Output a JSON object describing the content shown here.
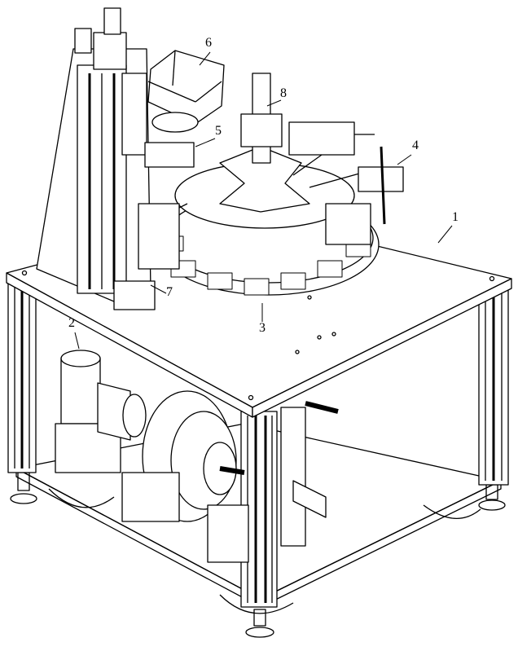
{
  "figure": {
    "type": "patent-drawing",
    "labels": [
      {
        "id": "1",
        "text": "1"
      },
      {
        "id": "2",
        "text": "2"
      },
      {
        "id": "3",
        "text": "3"
      },
      {
        "id": "4",
        "text": "4"
      },
      {
        "id": "5",
        "text": "5"
      },
      {
        "id": "6",
        "text": "6"
      },
      {
        "id": "7",
        "text": "7"
      },
      {
        "id": "8",
        "text": "8"
      }
    ]
  },
  "colors": {
    "line": "#000000",
    "background": "#ffffff"
  }
}
